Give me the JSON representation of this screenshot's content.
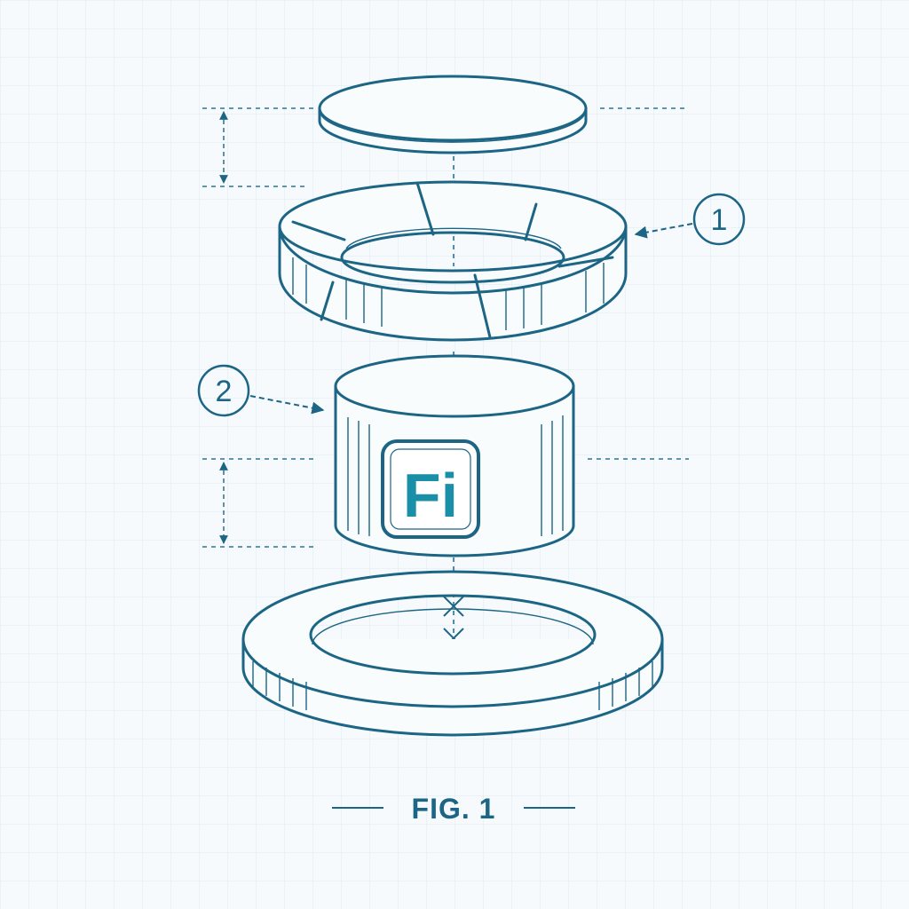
{
  "callouts": [
    {
      "number": "1"
    },
    {
      "number": "2"
    }
  ],
  "logo": {
    "text": "Fi"
  },
  "caption": {
    "text": "FIG. 1"
  },
  "colors": {
    "ink": "#1c6584",
    "logo_accent": "#1a8fa8",
    "grid": "#dce9ef",
    "background": "#f6fafc"
  }
}
